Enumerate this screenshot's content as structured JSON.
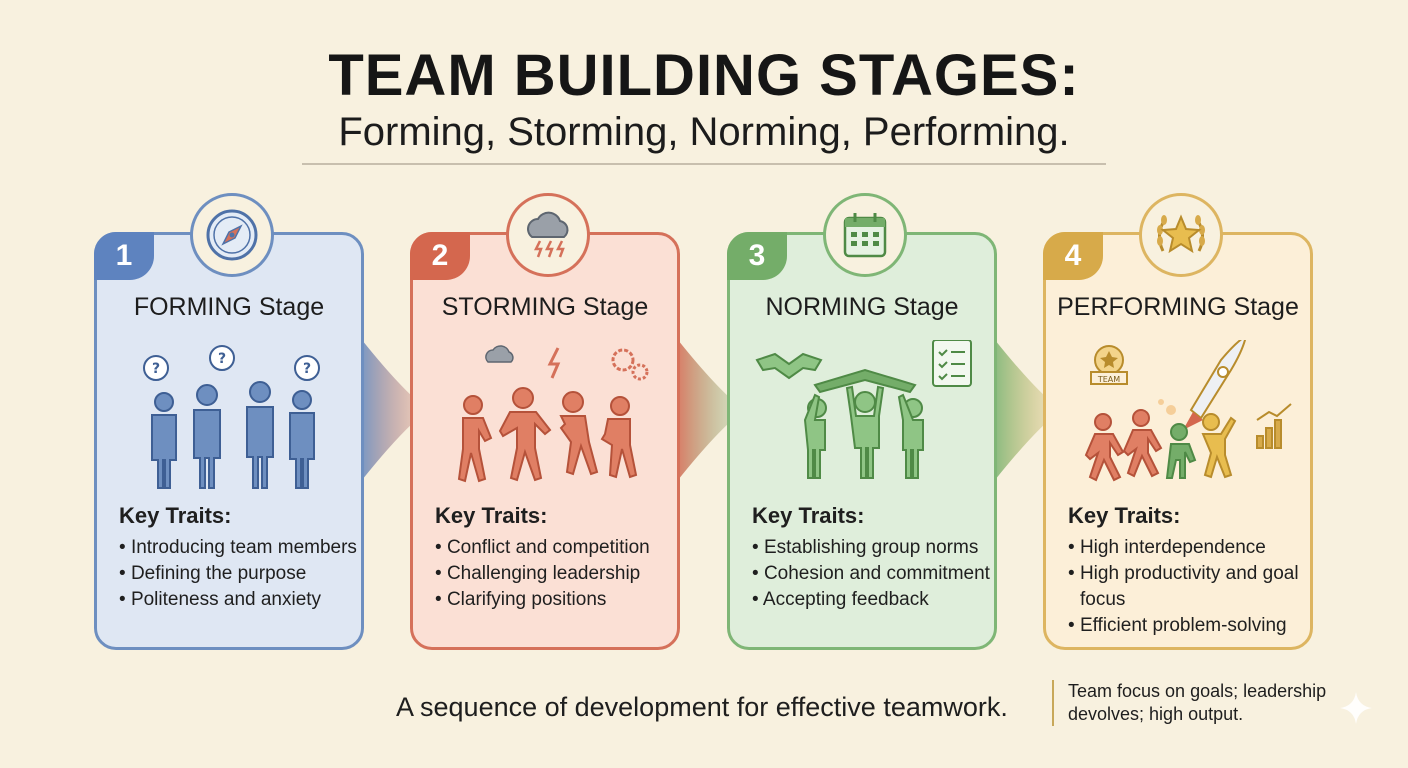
{
  "header": {
    "title": "TEAM BUILDING STAGES:",
    "subtitle": "Forming, Storming, Norming, Performing."
  },
  "stages": [
    {
      "number": "1",
      "title": "FORMING Stage",
      "icon": "compass-icon",
      "color": "#5e83bf",
      "traits_heading": "Key Traits:",
      "traits": [
        "Introducing team members",
        "Defining the purpose",
        "Politeness and anxiety"
      ]
    },
    {
      "number": "2",
      "title": "STORMING Stage",
      "icon": "storm-cloud-icon",
      "color": "#d4674e",
      "traits_heading": "Key Traits:",
      "traits": [
        "Conflict and competition",
        "Challenging leadership",
        "Clarifying positions"
      ]
    },
    {
      "number": "3",
      "title": "NORMING Stage",
      "icon": "calendar-icon",
      "color": "#74ad69",
      "traits_heading": "Key Traits:",
      "traits": [
        "Establishing group norms",
        "Cohesion and commitment",
        "Accepting feedback"
      ]
    },
    {
      "number": "4",
      "title": "PERFORMING Stage",
      "icon": "star-laurel-icon",
      "color": "#d7aa4a",
      "traits_heading": "Key Traits:",
      "traits": [
        "High interdependence",
        "High productivity and goal focus",
        "Efficient problem-solving"
      ],
      "badge_text": "TEAM"
    }
  ],
  "footer": {
    "caption": "A sequence of development for effective teamwork.",
    "note": "Team focus on goals; leadership devolves; high output."
  }
}
